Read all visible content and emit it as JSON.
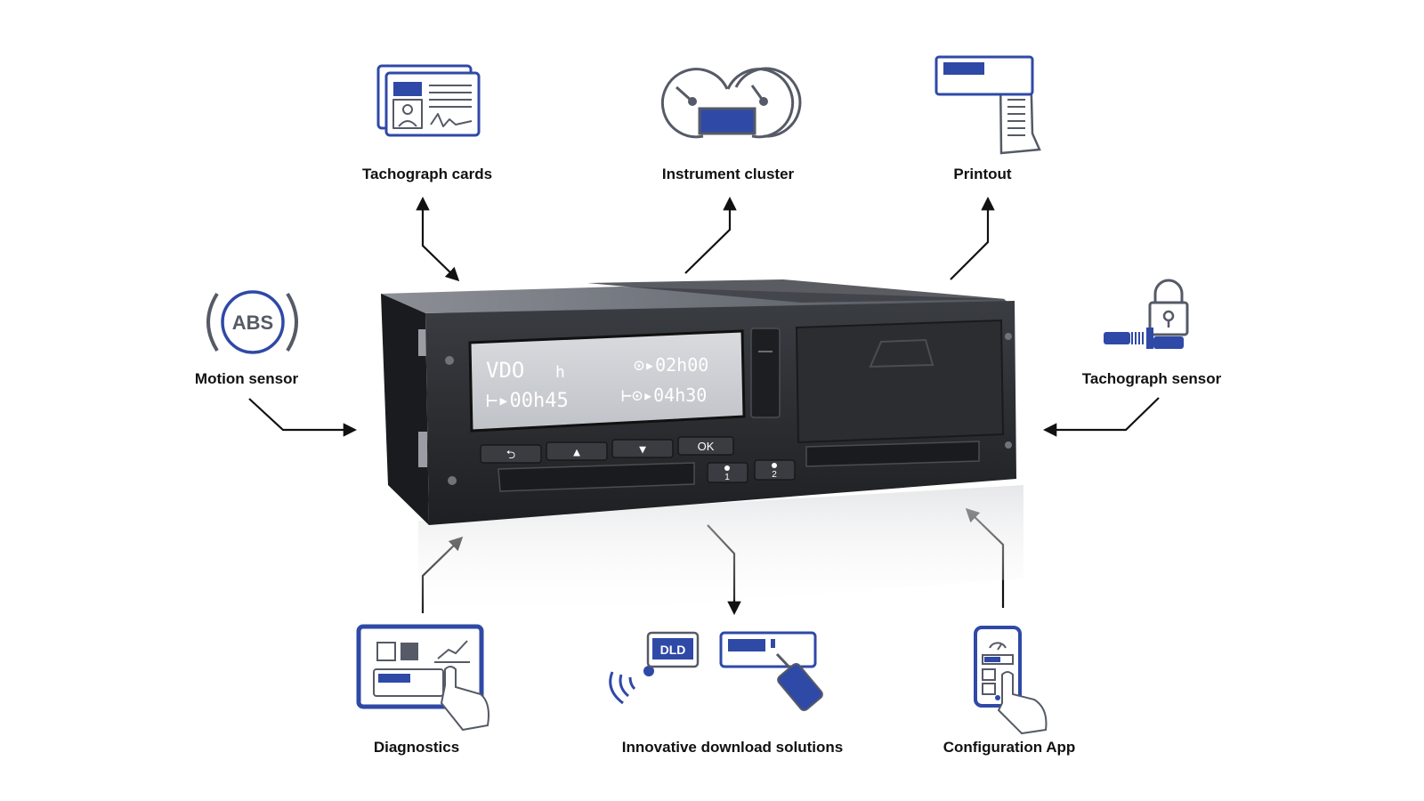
{
  "labels": {
    "tachograph_cards": "Tachograph cards",
    "instrument_cluster": "Instrument cluster",
    "printout": "Printout",
    "motion_sensor": "Motion sensor",
    "tachograph_sensor": "Tachograph sensor",
    "diagnostics": "Diagnostics",
    "download_solutions": "Innovative download solutions",
    "configuration_app": "Configuration App"
  },
  "icons": {
    "abs_text": "ABS",
    "dld_text": "DLD"
  },
  "device": {
    "display": {
      "brand": "VDO",
      "status_glyph": "h",
      "row1_right": "⊙▸02h00",
      "row2_left": "⊢▸00h45",
      "row2_right": "⊢⊙▸04h30"
    },
    "buttons": {
      "back": "⮌",
      "up": "▲",
      "down": "▼",
      "ok": "OK",
      "driver1": "1",
      "driver2": "2"
    }
  },
  "colors": {
    "accent_blue": "#2f49a7",
    "line_gray": "#555a66",
    "device_body": "#2a2c30"
  }
}
